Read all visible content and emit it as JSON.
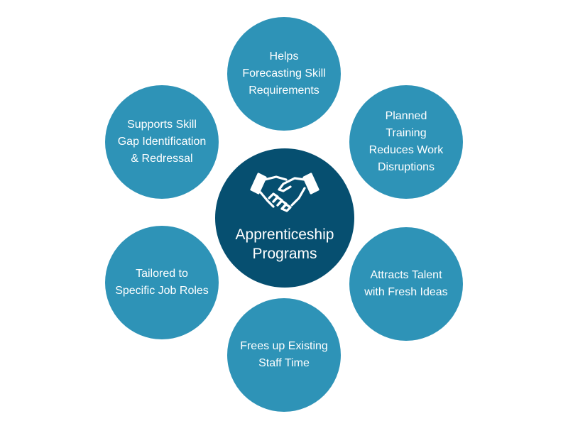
{
  "center": {
    "label_line1": "Apprenticeship",
    "label_line2": "Programs",
    "icon": "handshake-icon"
  },
  "benefits": [
    {
      "lines": [
        "Helps",
        "Forecasting Skill",
        "Requirements"
      ]
    },
    {
      "lines": [
        "Planned",
        "Training",
        "Reduces Work",
        "Disruptions"
      ]
    },
    {
      "lines": [
        "Attracts Talent",
        "with Fresh Ideas"
      ]
    },
    {
      "lines": [
        "Frees up Existing",
        "Staff Time"
      ]
    },
    {
      "lines": [
        "Tailored to",
        "Specific Job Roles"
      ]
    },
    {
      "lines": [
        "Supports Skill",
        "Gap Identification",
        "& Redressal"
      ]
    }
  ],
  "colors": {
    "outer_circle": "#2e93b7",
    "center_circle": "#064f70",
    "text": "#ffffff"
  }
}
